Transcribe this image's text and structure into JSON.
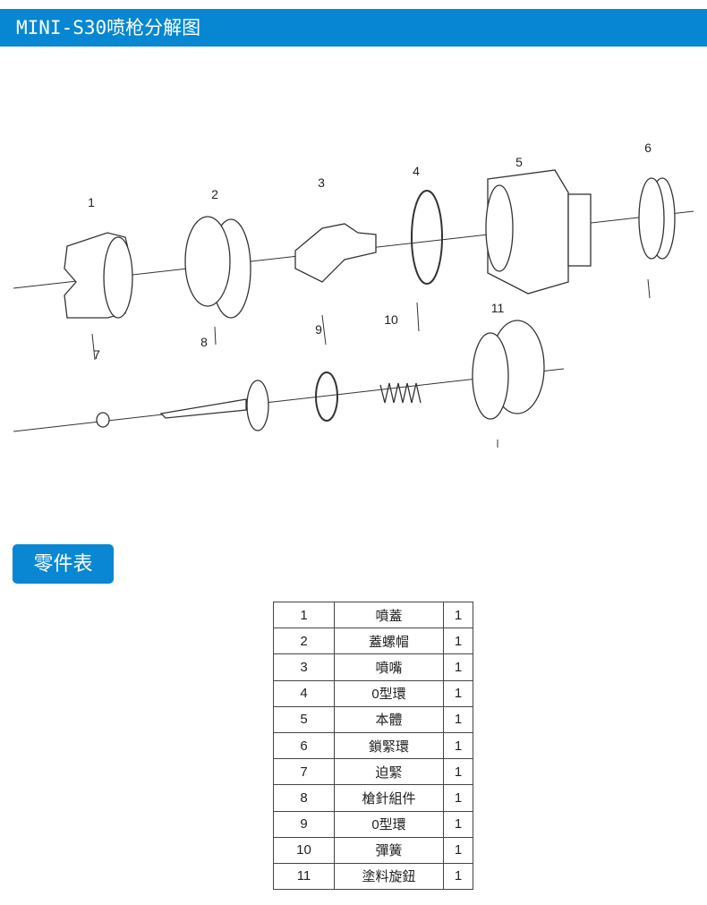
{
  "header": {
    "title": "MINI-S30喷枪分解图"
  },
  "diagram": {
    "callouts": [
      "1",
      "2",
      "3",
      "4",
      "5",
      "6",
      "7",
      "8",
      "9",
      "10",
      "11"
    ]
  },
  "parts_section": {
    "title": "零件表"
  },
  "parts": [
    {
      "no": "1",
      "name": "噴蓋",
      "qty": "1"
    },
    {
      "no": "2",
      "name": "蓋螺帽",
      "qty": "1"
    },
    {
      "no": "3",
      "name": "噴嘴",
      "qty": "1"
    },
    {
      "no": "4",
      "name": "0型環",
      "qty": "1"
    },
    {
      "no": "5",
      "name": "本體",
      "qty": "1"
    },
    {
      "no": "6",
      "name": "鎖緊環",
      "qty": "1"
    },
    {
      "no": "7",
      "name": "迫緊",
      "qty": "1"
    },
    {
      "no": "8",
      "name": "槍針組件",
      "qty": "1"
    },
    {
      "no": "9",
      "name": "0型環",
      "qty": "1"
    },
    {
      "no": "10",
      "name": "彈簧",
      "qty": "1"
    },
    {
      "no": "11",
      "name": "塗料旋鈕",
      "qty": "1"
    }
  ]
}
